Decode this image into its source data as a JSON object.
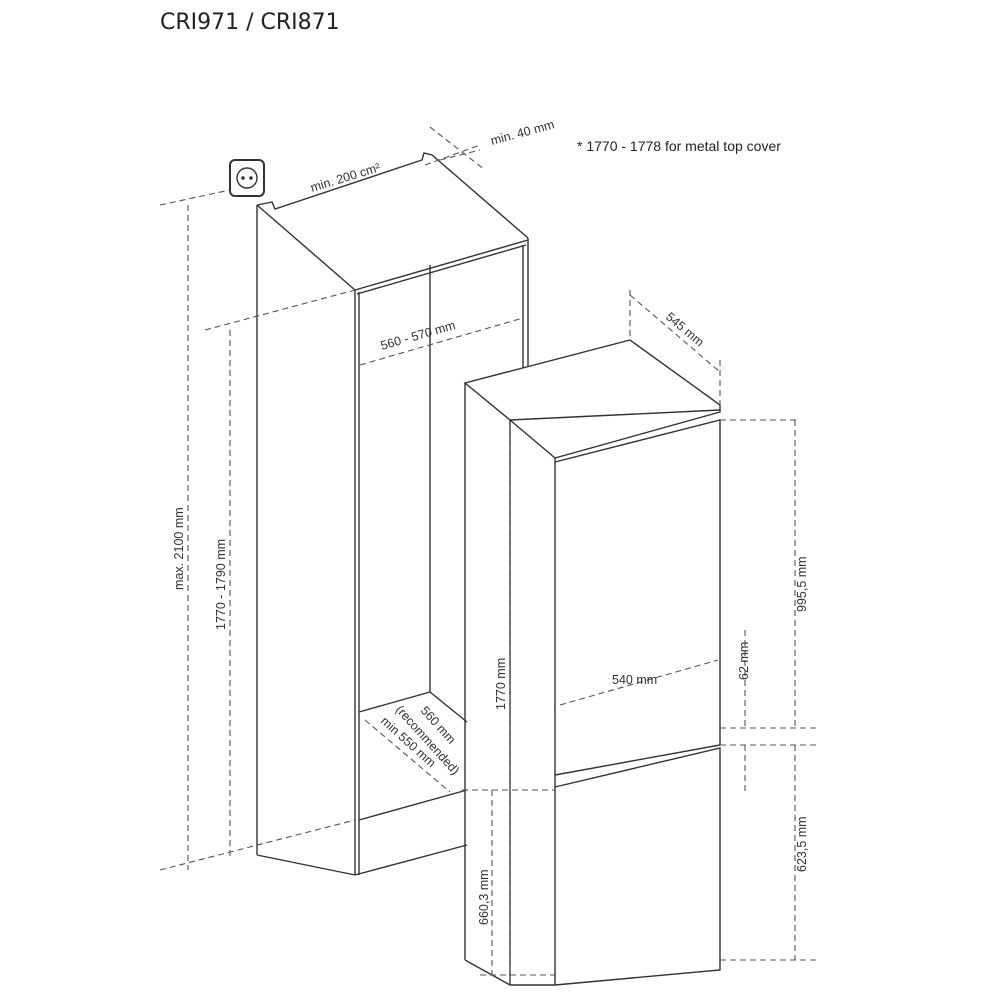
{
  "title": "CRI971 / CRI871",
  "note": "*  1770 - 1778 for metal top cover",
  "dimensions": {
    "vent_area": "min. 200 cm²",
    "top_gap": "min. 40 mm",
    "niche_width": "560 - 570 mm",
    "max_height": "max. 2100 mm",
    "niche_height": "1770 - 1790 mm",
    "depth_recommended": "560 mm",
    "depth_recommended_note": "(recommended)",
    "depth_min": "min 550 mm",
    "appliance_depth": "545 mm",
    "appliance_height": "1770 mm",
    "door_width": "540 mm",
    "upper_door_height": "995,5 mm",
    "door_gap": "62 mm",
    "lower_door_height": "623,5 mm",
    "lower_offset": "660,3 mm"
  },
  "icons": {
    "socket": "power-socket-icon"
  }
}
